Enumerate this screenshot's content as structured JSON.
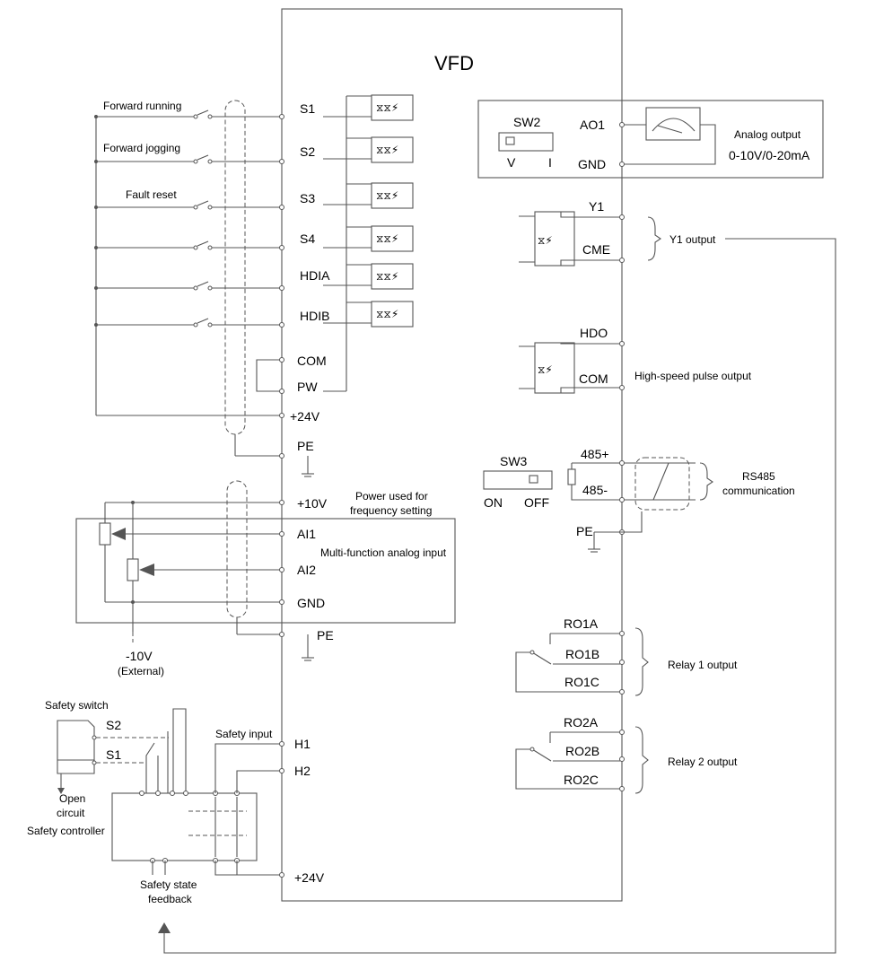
{
  "title": "VFD",
  "inputs": {
    "labels": [
      "Forward running",
      "Forward jogging",
      "Fault reset"
    ],
    "terminals": [
      "S1",
      "S2",
      "S3",
      "S4",
      "HDIA",
      "HDIB",
      "COM",
      "PW",
      "+24V",
      "PE"
    ]
  },
  "analog_in": {
    "terminals": [
      "+10V",
      "AI1",
      "AI2",
      "GND",
      "PE"
    ],
    "power_label_1": "Power used for",
    "power_label_2": "frequency setting",
    "multi_label": "Multi-function analog input",
    "ext_1": "-10V",
    "ext_2": "(External)"
  },
  "safety": {
    "switch_label": "Safety switch",
    "s2": "S2",
    "s1": "S1",
    "open_1": "Open",
    "open_2": "circuit",
    "controller": "Safety controller",
    "input_label": "Safety input",
    "h1": "H1",
    "h2": "H2",
    "v24": "+24V",
    "feedback_1": "Safety state",
    "feedback_2": "feedback"
  },
  "analog_out": {
    "sw": "SW2",
    "v": "V",
    "i": "I",
    "ao1": "AO1",
    "gnd": "GND",
    "label_1": "Analog output",
    "label_2": "0-10V/0-20mA"
  },
  "y1": {
    "y1": "Y1",
    "cme": "CME",
    "label": "Y1 output"
  },
  "hdo": {
    "hdo": "HDO",
    "com": "COM",
    "label": "High-speed pulse output"
  },
  "rs485": {
    "sw": "SW3",
    "on": "ON",
    "off": "OFF",
    "plus": "485+",
    "minus": "485-",
    "pe": "PE",
    "label_1": "RS485",
    "label_2": "communication"
  },
  "relay1": {
    "a": "RO1A",
    "b": "RO1B",
    "c": "RO1C",
    "label": "Relay 1 output"
  },
  "relay2": {
    "a": "RO2A",
    "b": "RO2B",
    "c": "RO2C",
    "label": "Relay 2 output"
  }
}
